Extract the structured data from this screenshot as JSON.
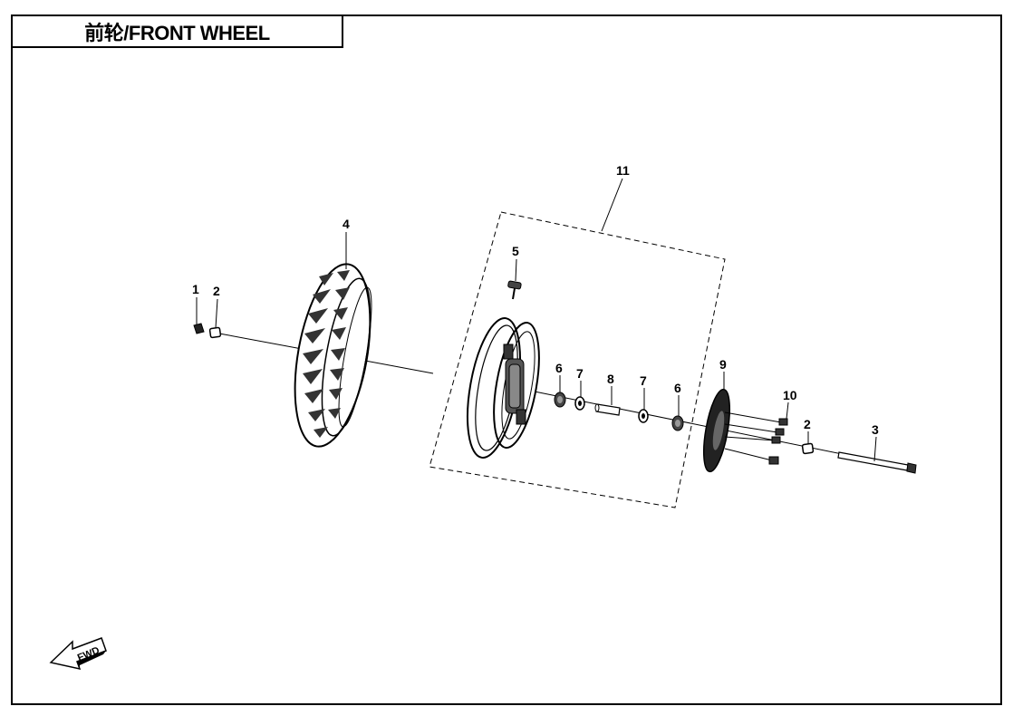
{
  "title": "前轮/FRONT WHEEL",
  "callouts": {
    "p1": "1",
    "p2a": "2",
    "p2b": "2",
    "p3": "3",
    "p4": "4",
    "p5": "5",
    "p6a": "6",
    "p6b": "6",
    "p7a": "7",
    "p7b": "7",
    "p8": "8",
    "p9": "9",
    "p10": "10",
    "p11": "11"
  },
  "fwd_label": "FWD"
}
